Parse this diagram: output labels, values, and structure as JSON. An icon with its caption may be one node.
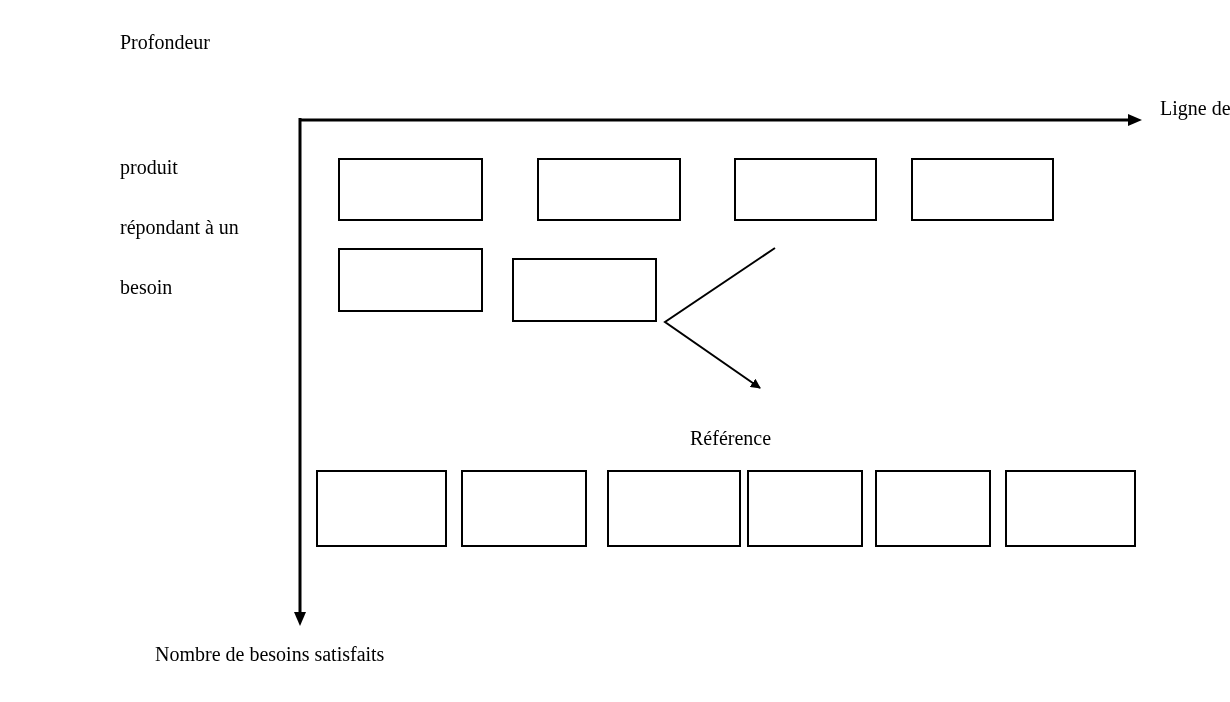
{
  "diagram": {
    "nodes": [
      {
        "text": [],
        "shape": "box"
      },
      {
        "text": [],
        "shape": "box"
      },
      {
        "text": [],
        "shape": "box"
      },
      {
        "text": [],
        "shape": "box"
      },
      {
        "text": [],
        "shape": "box"
      },
      {
        "text": [],
        "shape": "box"
      },
      {
        "text": [
          "Référence"
        ]
      },
      {
        "text": [],
        "shape": "box"
      },
      {
        "text": [],
        "shape": "box"
      },
      {
        "text": [],
        "shape": "box"
      },
      {
        "text": [],
        "shape": "box"
      },
      {
        "text": [],
        "shape": "box"
      },
      {
        "text": [],
        "shape": "box"
      }
    ],
    "edges": [
      {
        "from": null,
        "to": 6,
        "arrow": "to"
      }
    ],
    "labels": [
      "Profondeur",
      "Ligne de",
      "produit",
      "répondant à un",
      "besoin",
      "Nombre de besoins satisfaits"
    ]
  }
}
